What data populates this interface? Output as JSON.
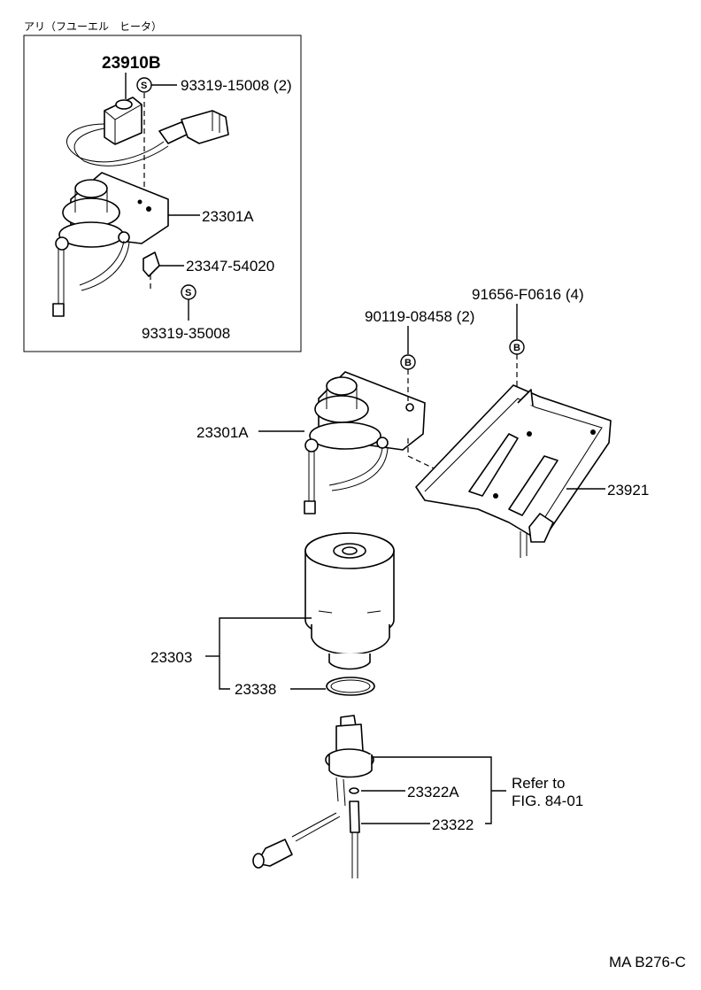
{
  "inset": {
    "caption": "アリ（フユーエル　ヒータ）",
    "labels": {
      "sensor": "23910B",
      "screw_upper": "93319-15008 (2)",
      "head": "23301A",
      "clamp": "23347-54020",
      "screw_lower": "93319-35008"
    },
    "symbol": "S"
  },
  "main": {
    "labels": {
      "bolt_a": "90119-08458 (2)",
      "bolt_b": "91656-F0616 (4)",
      "head": "23301A",
      "bracket": "23921",
      "filter": "23303",
      "gasket": "23338",
      "oring": "23322A",
      "switch": "23322",
      "refer_line1": "Refer to",
      "refer_line2": "FIG. 84-01"
    },
    "symbol": "B"
  },
  "footer": {
    "code": "MA B276-C"
  }
}
